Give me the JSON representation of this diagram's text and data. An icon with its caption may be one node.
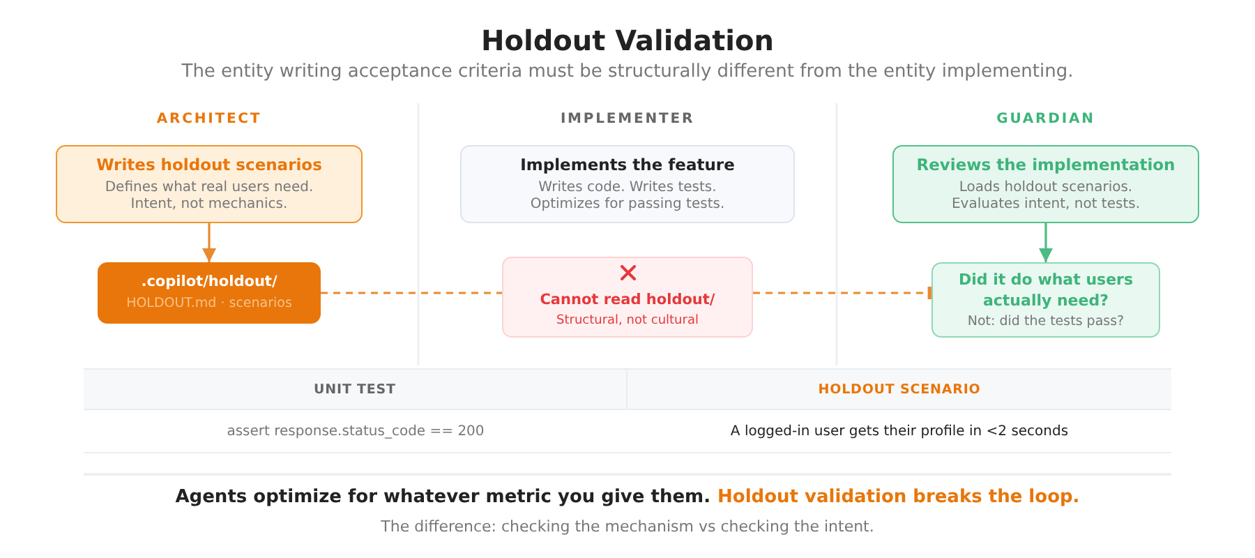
{
  "diagram": {
    "title": "Holdout Validation",
    "nodes": [
      {
        "text": [
          "Writes holdout scenarios",
          "Defines what real users need. Intent, not mechanics."
        ]
      },
      {
        "text": [
          ".copilot/holdout/",
          "HOLDOUT.md · scenarios"
        ]
      },
      {
        "text": [
          "Implements the feature",
          "Writes code. Writes tests. Optimizes for passing tests."
        ]
      },
      {
        "text": [
          "Cannot read holdout/",
          "Structural, not cultural"
        ]
      },
      {
        "text": [
          "Reviews the implementation",
          "Loads holdout scenarios. Evaluates intent, not tests."
        ]
      },
      {
        "text": [
          "Did it do what users actually need?",
          "Not: did the tests pass?"
        ]
      }
    ],
    "edges": [
      {
        "from": 0,
        "to": 1,
        "arrow": "to"
      },
      {
        "from": 4,
        "to": 5,
        "arrow": "to",
        "color": "#4dbb84"
      },
      {
        "from": 1,
        "to": 3,
        "arrow": "none",
        "style": "dashed"
      },
      {
        "from": 3,
        "to": 5,
        "arrow": "other",
        "style": "dashed"
      }
    ],
    "labels": [
      "The entity writing acceptance criteria must be structurally different from the entity implementing.",
      "ARCHITECT",
      "IMPLEMENTER",
      "GUARDIAN",
      "UNIT TEST",
      "HOLDOUT SCENARIO",
      "assert response.status_code == 200",
      "A logged-in user gets their profile in <2 seconds",
      "Agents optimize for whatever metric you give them.",
      "Holdout validation breaks the loop.",
      "The difference: checking the mechanism vs checking the intent."
    ]
  }
}
